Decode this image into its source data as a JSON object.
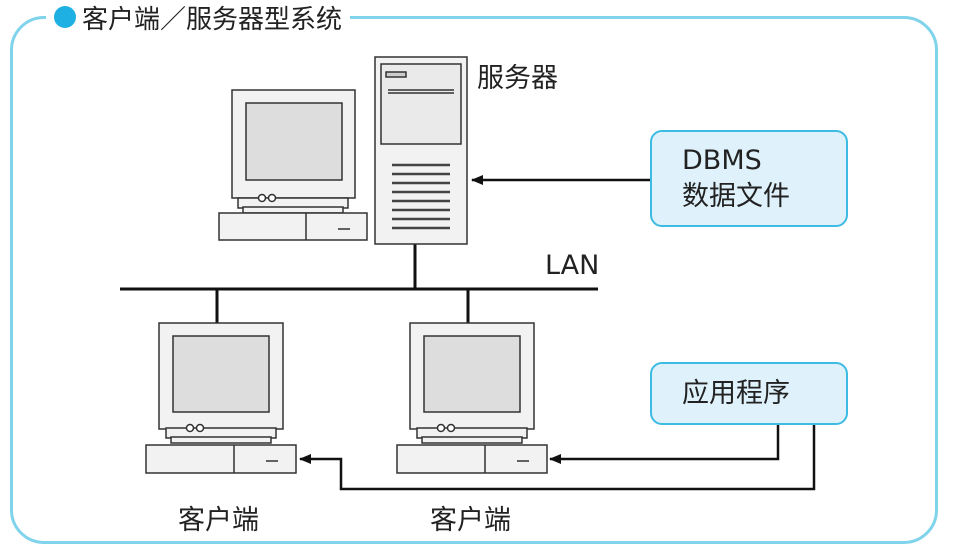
{
  "title": "客户端／服务器型系统",
  "labels": {
    "server": "服务器",
    "lan": "LAN",
    "client_1": "客户端",
    "client_2": "客户端"
  },
  "boxes": {
    "dbms": {
      "line1": "DBMS",
      "line2": "数据文件"
    },
    "app": {
      "text": "应用程序"
    }
  },
  "colors": {
    "frame": "#7fd3ea",
    "title_dot": "#1fb0e3",
    "box_fill": "#dff2fb",
    "box_border": "#3dbbe3",
    "equipment": "#f2f2f2",
    "screen": "#dddddd"
  }
}
